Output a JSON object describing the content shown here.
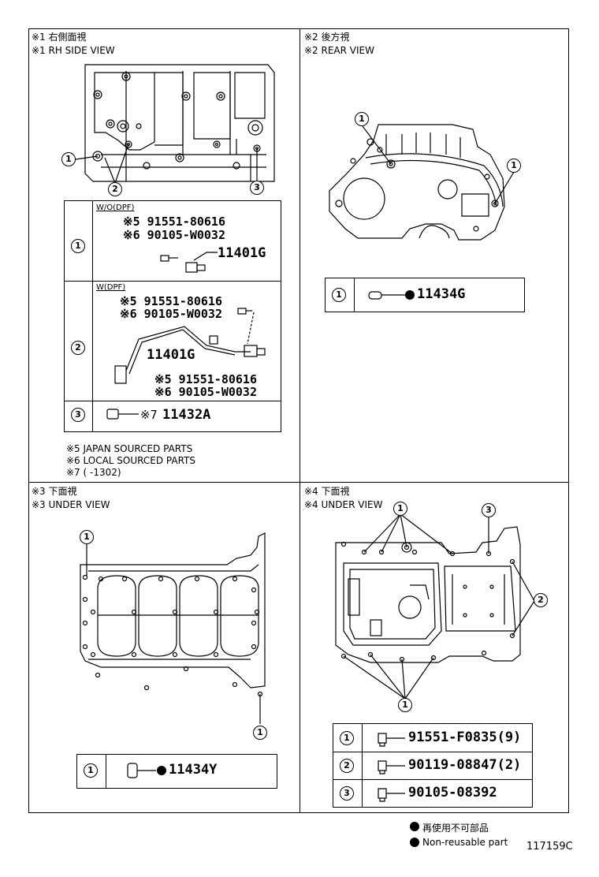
{
  "panels": {
    "rh_side": {
      "title_jp": "※1 右側面視",
      "title_en": "※1 RH SIDE VIEW"
    },
    "rear": {
      "title_jp": "※2 後方視",
      "title_en": "※2 REAR VIEW"
    },
    "under3": {
      "title_jp": "※3 下面視",
      "title_en": "※3 UNDER VIEW"
    },
    "under4": {
      "title_jp": "※4 下面視",
      "title_en": "※4 UNDER VIEW"
    }
  },
  "callouts": {
    "n1": "1",
    "n2": "2",
    "n3": "3"
  },
  "rh_table": {
    "row1": {
      "variant": "W/O(DPF)",
      "p1": "※5 91551-80616",
      "p2": "※6 90105-W0032",
      "part": "11401G"
    },
    "row2": {
      "variant": "W(DPF)",
      "p1": "※5 91551-80616",
      "p2": "※6 90105-W0032",
      "part": "11401G",
      "p3": "※5 91551-80616",
      "p4": "※6 90105-W0032"
    },
    "row3": {
      "prefix": "※7",
      "part": "11432A"
    }
  },
  "rh_notes": {
    "n5": "※5 JAPAN SOURCED PARTS",
    "n6": "※6 LOCAL SOURCED PARTS",
    "n7": "※7 (     -1302)"
  },
  "rear_table": {
    "part": "11434G"
  },
  "under3_table": {
    "part": "11434Y"
  },
  "under4_table": {
    "row1": "91551-F0835(9)",
    "row2": "90119-08847(2)",
    "row3": "90105-08392"
  },
  "legend": {
    "jp": "再使用不可部品",
    "en": "Non-reusable part"
  },
  "figure_id": "117159C"
}
